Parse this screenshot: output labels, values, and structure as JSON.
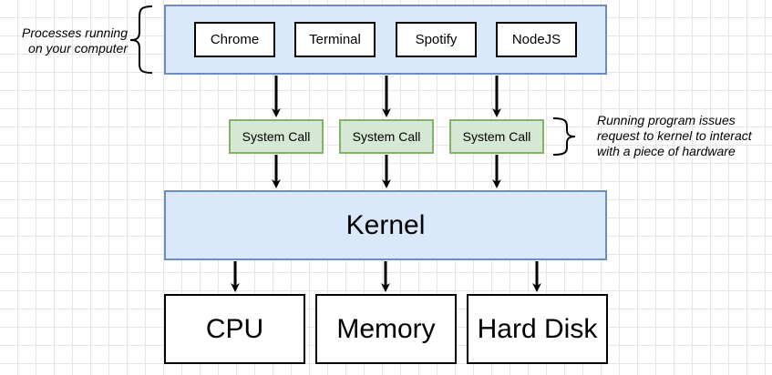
{
  "processes_note": "Processes running\non your computer",
  "processes": [
    "Chrome",
    "Terminal",
    "Spotify",
    "NodeJS"
  ],
  "system_call_label": "System Call",
  "system_call_note": "Running program issues\nrequest to kernel to interact\nwith a piece of hardware",
  "kernel_label": "Kernel",
  "hardware": [
    "CPU",
    "Memory",
    "Hard Disk"
  ],
  "colors": {
    "process_panel_fill": "#dae8fc",
    "process_panel_stroke": "#6c8ebf",
    "system_call_fill": "#d5e8d4",
    "system_call_stroke": "#82b366"
  }
}
